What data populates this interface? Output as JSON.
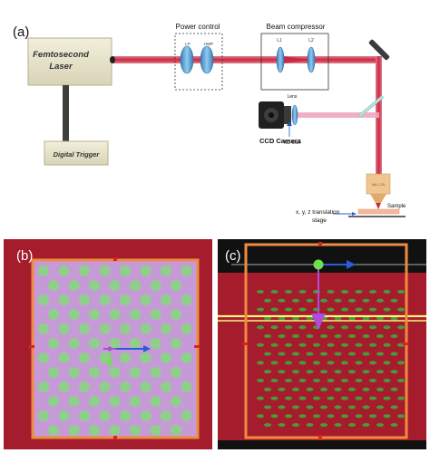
{
  "panels": {
    "a": {
      "label": "(a)",
      "laser": {
        "line1": "Femtosecond",
        "line2": "Laser"
      },
      "trigger": "Digital Trigger",
      "power_control": {
        "title": "Power control",
        "lp": "LP",
        "hwp": "HWP"
      },
      "beam_compressor": {
        "title": "Beam compressor",
        "l1": "L1",
        "l2": "L2"
      },
      "camera": {
        "lens": "Lens",
        "label": "CCD Camera",
        "nd_filter": "ND-filter"
      },
      "objective": "NA 1.25",
      "sample": "Sample",
      "stage": {
        "line1": "x, y, z translation",
        "line2": "stage"
      }
    },
    "b": {
      "label": "(b)"
    },
    "c": {
      "label": "(c)"
    }
  },
  "colors": {
    "beam": "#d2334d",
    "beam_pink": "#f0a6be",
    "box_fill": "#e9e5cc",
    "stem": "#3d3f3a",
    "waveplate_blue": "#5fa8d8",
    "panel_red": "#a51d2d",
    "panel_orange": "#f08a3e",
    "dot_green": "#8ed08a",
    "grid_purple": "#c59ad6",
    "c_black": "#111111",
    "c_dot_green": "#4a9a3a",
    "c_yellow": "#f7f47a",
    "arrow_blue": "#2e5bd8",
    "arrow_purple": "#b24ae0",
    "marker_green": "#6ee04d"
  }
}
